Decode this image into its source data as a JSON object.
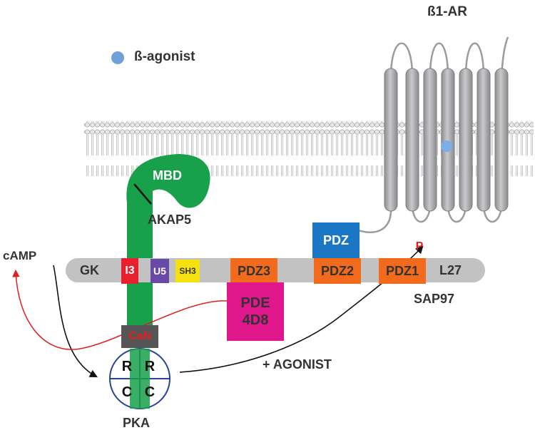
{
  "legend": {
    "agonist_label": "ß-agonist",
    "agonist_color": "#6fa0d8"
  },
  "receptor": {
    "label": "ß1-AR",
    "color": "#a7a7aa"
  },
  "sap97": {
    "label": "SAP97",
    "bar_color": "#c2c2c2",
    "domains": {
      "gk": "GK",
      "i3": "I3",
      "u5": "U5",
      "sh3": "SH3",
      "pdz3": "PDZ3",
      "pdz2": "PDZ2",
      "pdz1": "PDZ1",
      "l27": "L27"
    }
  },
  "receptor_pdz": "PDZ",
  "phospho": "P",
  "akap5": {
    "label": "AKAP5",
    "mbd": "MBD",
    "color": "#18a04a"
  },
  "pde": {
    "line1": "PDE",
    "line2": "4D8",
    "color": "#e0168c"
  },
  "can": "CaN",
  "pka": {
    "label": "PKA",
    "r1": "R",
    "r2": "R",
    "c1": "C",
    "c2": "C"
  },
  "camp": "cAMP",
  "agonist_arrow": "+ AGONIST",
  "colors": {
    "i3": "#e8202e",
    "u5": "#6a4aa8",
    "sh3": "#f5e010",
    "pdz_orange": "#f26a1b",
    "pdz_blue": "#1b77c4",
    "pka_ring": "#27449a"
  }
}
